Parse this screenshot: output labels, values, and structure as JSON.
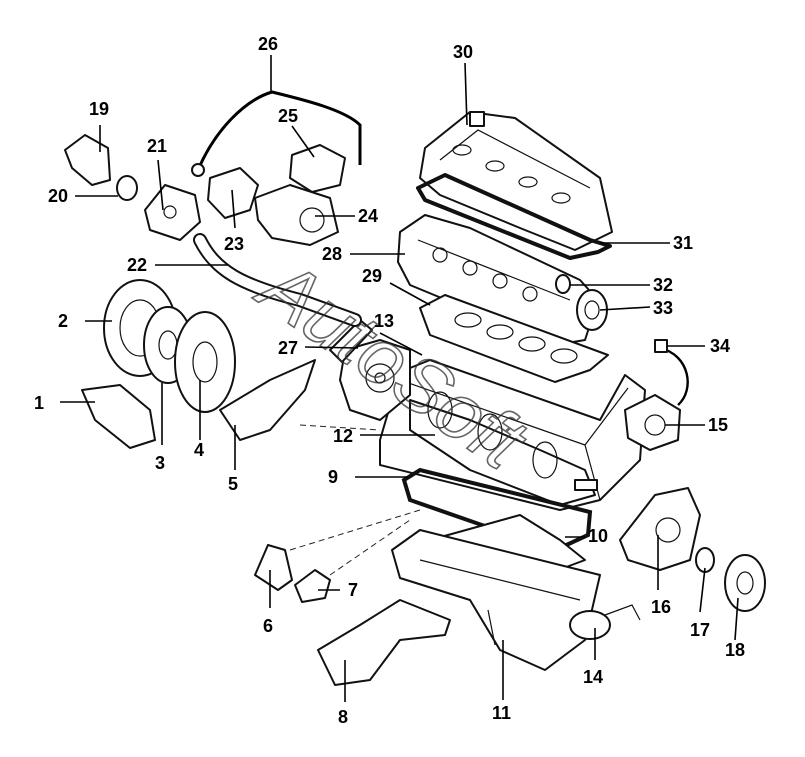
{
  "watermark": {
    "text": "AutoSoft"
  },
  "callouts": [
    {
      "id": "1",
      "label": "1"
    },
    {
      "id": "2",
      "label": "2"
    },
    {
      "id": "3",
      "label": "3"
    },
    {
      "id": "4",
      "label": "4"
    },
    {
      "id": "5",
      "label": "5"
    },
    {
      "id": "6",
      "label": "6"
    },
    {
      "id": "7",
      "label": "7"
    },
    {
      "id": "8",
      "label": "8"
    },
    {
      "id": "9",
      "label": "9"
    },
    {
      "id": "10",
      "label": "10"
    },
    {
      "id": "11",
      "label": "11"
    },
    {
      "id": "12",
      "label": "12"
    },
    {
      "id": "13",
      "label": "13"
    },
    {
      "id": "14",
      "label": "14"
    },
    {
      "id": "15",
      "label": "15"
    },
    {
      "id": "16",
      "label": "16"
    },
    {
      "id": "17",
      "label": "17"
    },
    {
      "id": "18",
      "label": "18"
    },
    {
      "id": "19",
      "label": "19"
    },
    {
      "id": "20",
      "label": "20"
    },
    {
      "id": "21",
      "label": "21"
    },
    {
      "id": "22",
      "label": "22"
    },
    {
      "id": "23",
      "label": "23"
    },
    {
      "id": "24",
      "label": "24"
    },
    {
      "id": "25",
      "label": "25"
    },
    {
      "id": "26",
      "label": "26"
    },
    {
      "id": "27",
      "label": "27"
    },
    {
      "id": "28",
      "label": "28"
    },
    {
      "id": "29",
      "label": "29"
    },
    {
      "id": "30",
      "label": "30"
    },
    {
      "id": "31",
      "label": "31"
    },
    {
      "id": "32",
      "label": "32"
    },
    {
      "id": "33",
      "label": "33"
    },
    {
      "id": "34",
      "label": "34"
    }
  ]
}
